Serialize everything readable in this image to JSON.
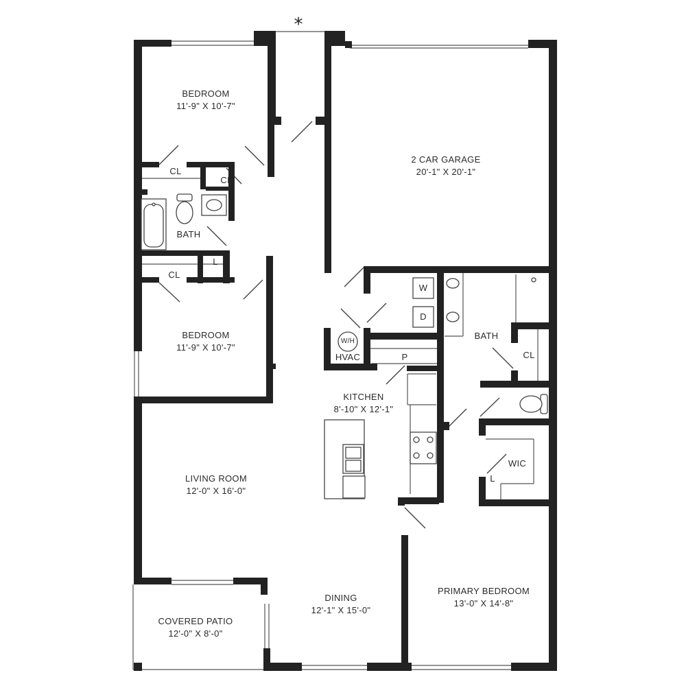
{
  "rooms": {
    "bedroom_top": {
      "title": "BEDROOM",
      "dims": "11'-9\" X 10'-7\""
    },
    "bedroom_mid": {
      "title": "BEDROOM",
      "dims": "11'-9\" X 10'-7\""
    },
    "garage": {
      "title": "2 CAR GARAGE",
      "dims": "20'-1\" X 20'-1\""
    },
    "kitchen": {
      "title": "KITCHEN",
      "dims": "8'-10\" X 12'-1\""
    },
    "living": {
      "title": "LIVING ROOM",
      "dims": "12'-0\" X 16'-0\""
    },
    "dining": {
      "title": "DINING",
      "dims": "12'-1\" X 15'-0\""
    },
    "primary_bedroom": {
      "title": "PRIMARY BEDROOM",
      "dims": "13'-0\" X 14'-8\""
    },
    "patio": {
      "title": "COVERED PATIO",
      "dims": "12'-0\" X 8'-0\""
    }
  },
  "small_labels": {
    "cl_top_left": "CL",
    "cl_top_right": "CL",
    "bath_left": "BATH",
    "linen_left": "L",
    "cl_mid_left": "CL",
    "washer": "W",
    "dryer": "D",
    "water_heater": "W/H",
    "hvac": "HVAC",
    "pantry": "P",
    "bath_right": "BATH",
    "cl_right": "CL",
    "wic": "WIC",
    "linen_wic": "L"
  },
  "entry_marker": "*",
  "colors": {
    "wall": "#222222",
    "line": "#555555",
    "fixture": "#444444"
  }
}
